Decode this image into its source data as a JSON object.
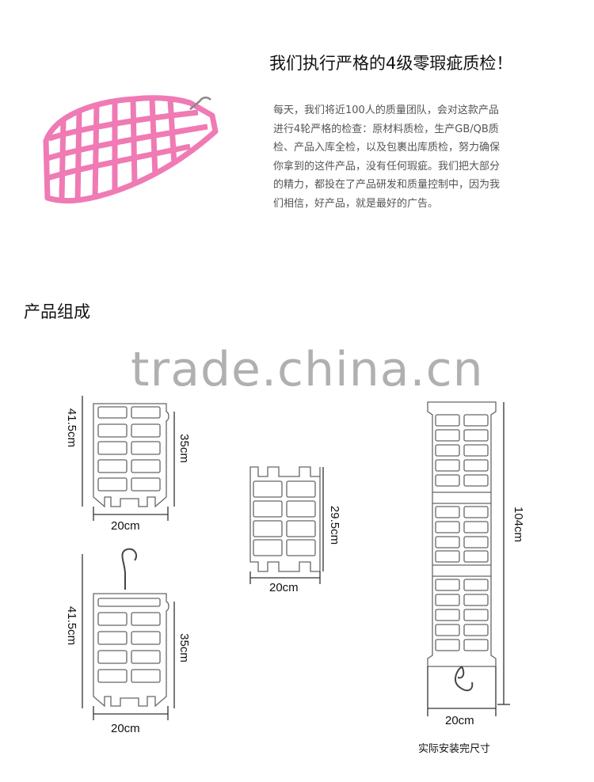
{
  "headline": "我们执行严格的4级零瑕疵质检！",
  "description_lines": [
    "每天，我们将近100人的质量团队，会对这款产品",
    "进行4轮严格的检查：原材料质检，生产GB/QB质",
    "检、产品入库全检，以及包裹出库质检，努力确保",
    "你拿到的这件产品，没有任何瑕疵。我们把大部分",
    "的精力，都投在了产品研发和质量控制中，因为我",
    "们相信，好产品，就是最好的广告。"
  ],
  "section_title": "产品组成",
  "watermark": "trade.china.cn",
  "colors": {
    "hanger_pink": "#f07ab4",
    "line_gray": "#666666"
  },
  "diagrams": {
    "top_left": {
      "height_total": "41.5cm",
      "height_body": "35cm",
      "width": "20cm"
    },
    "bottom_left": {
      "height_total": "41.5cm",
      "height_body": "35cm",
      "width": "20cm"
    },
    "middle": {
      "height": "29.5cm",
      "width": "20cm"
    },
    "right": {
      "height": "104cm",
      "width": "20cm"
    }
  },
  "caption": "实际安装完尺寸"
}
